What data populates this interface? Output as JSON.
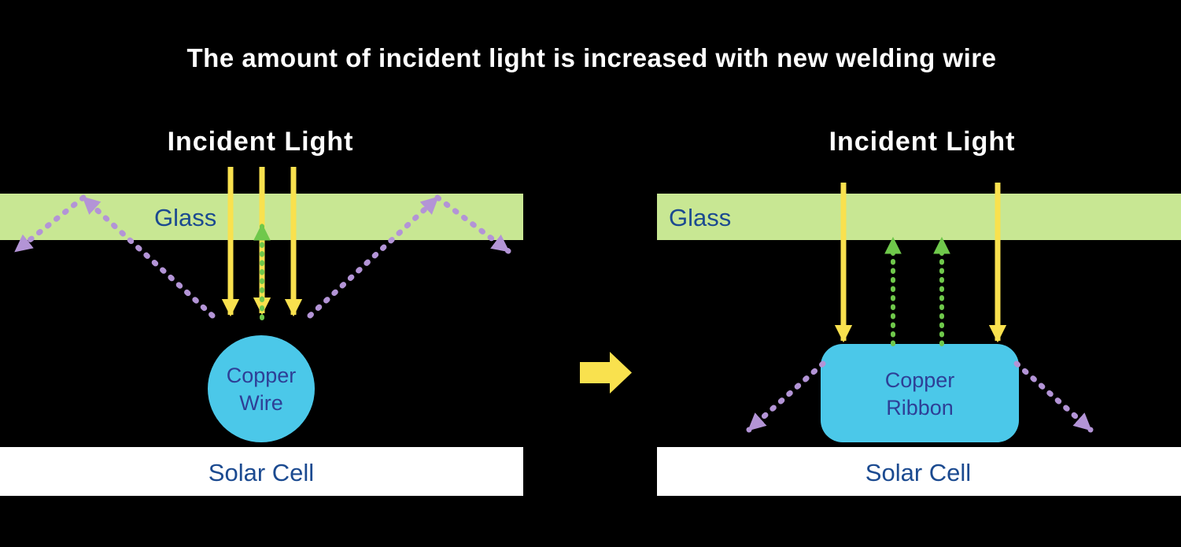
{
  "title": "The amount of incident light is increased with new welding wire",
  "left_panel": {
    "heading": "Incident Light",
    "glass_label": "Glass",
    "copper_label": [
      "Copper",
      "Wire"
    ],
    "solar_label": "Solar Cell"
  },
  "right_panel": {
    "heading": "Incident Light",
    "glass_label": "Glass",
    "copper_label": [
      "Copper",
      "Ribbon"
    ],
    "solar_label": "Solar Cell"
  },
  "colors": {
    "background": "#000000",
    "title_text": "#ffffff",
    "glass_fill": "#c8e793",
    "label_navy": "#1b4a90",
    "copper_fill": "#4bc8e9",
    "copper_text": "#2e3f96",
    "solar_fill": "#ffffff",
    "incident_ray_yellow": "#f9e14e",
    "absorbed_ray_green": "#6fc84b",
    "reflected_ray_purple": "#b394d6"
  },
  "icons": {
    "transition_arrow": "right-arrow"
  }
}
